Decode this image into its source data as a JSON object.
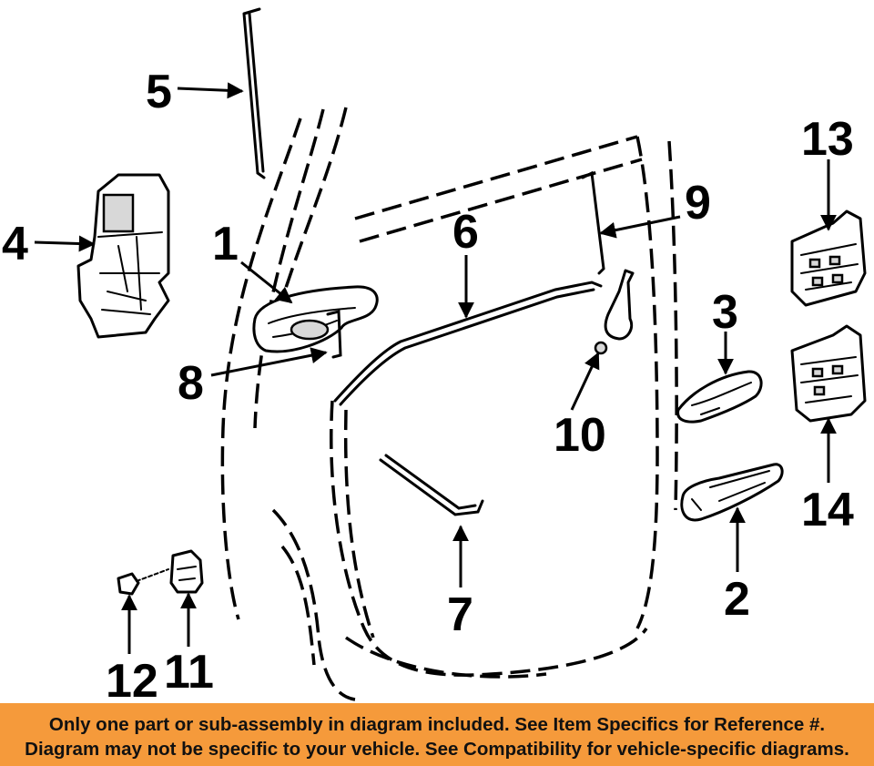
{
  "callouts": {
    "c1": "1",
    "c2": "2",
    "c3": "3",
    "c4": "4",
    "c5": "5",
    "c6": "6",
    "c7": "7",
    "c8": "8",
    "c9": "9",
    "c10": "10",
    "c11": "11",
    "c12": "12",
    "c13": "13",
    "c14": "14"
  },
  "banner": {
    "line1": "Only one part or sub-assembly in diagram included. See Item Specifics for Reference #.",
    "line2": "Diagram may not be specific to your vehicle. See Compatibility for vehicle-specific diagrams."
  },
  "colors": {
    "banner_background": "#f59a3b",
    "line_art": "#000000",
    "background": "#ffffff"
  }
}
